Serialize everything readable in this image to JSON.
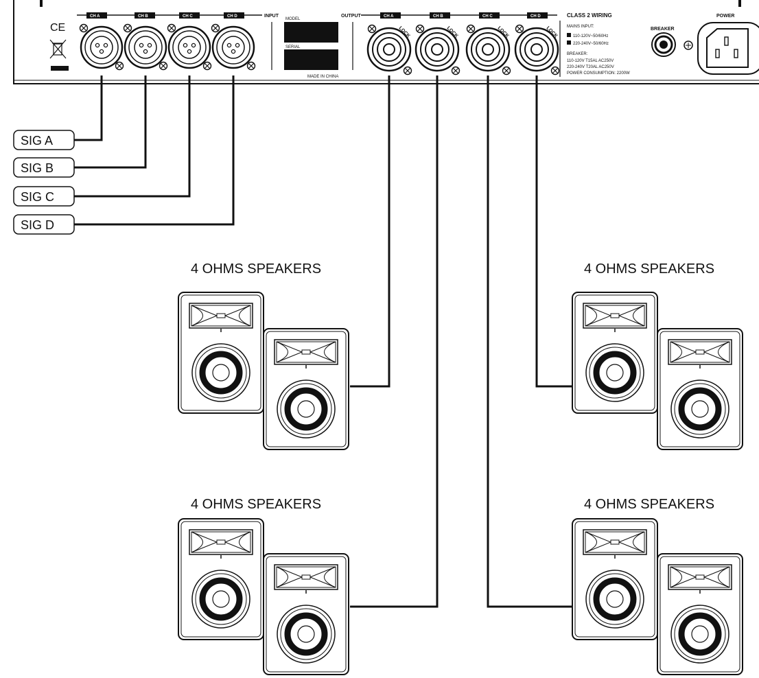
{
  "panel": {
    "input_tabs": [
      "CH A",
      "CH B",
      "CH C",
      "CH D"
    ],
    "input_label": "INPUT",
    "output_label": "OUTPUT",
    "output_tabs": [
      "CH A",
      "CH B",
      "CH C",
      "CH D"
    ],
    "lock_label": "LOCK",
    "model_label": "MODEL",
    "serial_label": "SERIAL",
    "made_in": "MADE IN CHINA",
    "ce_mark": "CE",
    "wiring_title": "CLASS 2 WIRING",
    "mains_input_label": "MAINS INPUT:",
    "mains_option_1": "110-120V~50/60Hz",
    "mains_option_2": "220-240V~50/60Hz",
    "breaker_heading": "BREAKER:",
    "breaker_line_1": "110-120V T15AL AC250V",
    "breaker_line_2": "220-240V T20AL AC250V",
    "power_consumption": "POWER CONSUMPTION: 2200W",
    "breaker_label": "BREAKER",
    "power_label": "POWER"
  },
  "signals": [
    "SIG A",
    "SIG B",
    "SIG C",
    "SIG D"
  ],
  "speaker_groups": [
    {
      "label": "4 OHMS SPEAKERS"
    },
    {
      "label": "4 OHMS SPEAKERS"
    },
    {
      "label": "4 OHMS SPEAKERS"
    },
    {
      "label": "4 OHMS SPEAKERS"
    }
  ],
  "icons": {
    "xlr": "xlr-input-icon",
    "speakon": "speakon-output-icon",
    "screw": "screw-icon",
    "weee": "crossed-bin-icon",
    "breaker": "breaker-icon",
    "power": "iec-power-inlet-icon"
  }
}
